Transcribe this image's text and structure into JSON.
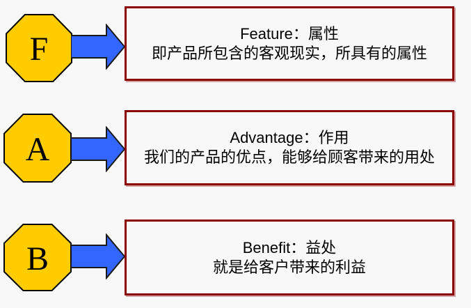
{
  "page": {
    "background_color": "#f8f8f8",
    "description": "FAB selling model diagram"
  },
  "colors": {
    "octagon_fill": "#ffcc00",
    "octagon_border": "#000000",
    "arrow_fill": "#3366ff",
    "arrow_border": "#1a1a1a",
    "box_border": "#8b0000",
    "box_shadow": "#d3a1a1",
    "text": "#000000"
  },
  "rows": [
    {
      "letter": "F",
      "title": "Feature：属性",
      "desc": "即产品所包含的客观现实，所具有的属性"
    },
    {
      "letter": "A",
      "title": "Advantage：作用",
      "desc": "我们的产品的优点，能够给顾客带来的用处"
    },
    {
      "letter": "B",
      "title": "Benefit：益处",
      "desc": "就是给客户带来的利益"
    }
  ]
}
